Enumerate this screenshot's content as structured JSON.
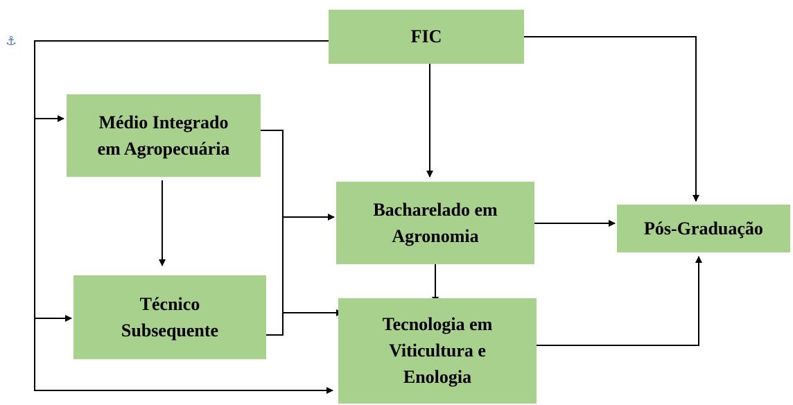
{
  "anchor_icon": "⚓",
  "boxes": {
    "fic": "FIC",
    "medio": "Médio Integrado\nem Agropecuária",
    "tecnico": "Técnico\nSubsequente",
    "bacharelado": "Bacharelado em\nAgronomia",
    "tecnologia": "Tecnologia em\nViticultura e\nEnologia",
    "pos": "Pós-Graduação"
  },
  "colors": {
    "box_fill": "#a9d18e",
    "line": "#000000",
    "anchor": "#4a78c0"
  }
}
